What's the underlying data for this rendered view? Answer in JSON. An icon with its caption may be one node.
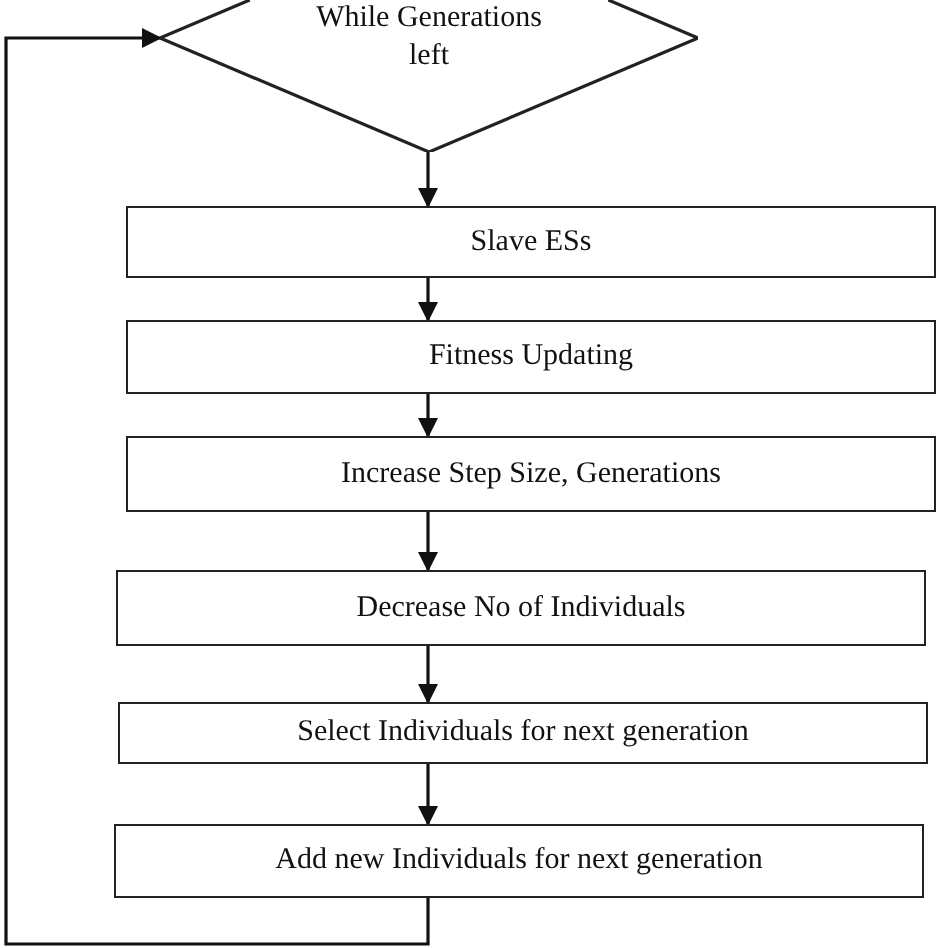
{
  "diagram": {
    "nodes": [
      {
        "text": [
          "While Generations left"
        ]
      },
      {
        "text": [
          "Slave ESs"
        ]
      },
      {
        "text": [
          "Fitness Updating"
        ]
      },
      {
        "text": [
          "Increase Step Size, Generations"
        ]
      },
      {
        "text": [
          "Decrease No of Individuals"
        ]
      },
      {
        "text": [
          "Select Individuals for next generation"
        ]
      },
      {
        "text": [
          "Add new Individuals for next generation"
        ]
      }
    ],
    "edges": [
      {
        "from": 0,
        "to": 1,
        "arrow": "to"
      },
      {
        "from": 1,
        "to": 2,
        "arrow": "to"
      },
      {
        "from": 2,
        "to": 3,
        "arrow": "to"
      },
      {
        "from": 3,
        "to": 4,
        "arrow": "to"
      },
      {
        "from": 4,
        "to": 5,
        "arrow": "to"
      },
      {
        "from": 5,
        "to": 6,
        "arrow": "to"
      },
      {
        "from": 6,
        "to": 0,
        "arrow": "to"
      }
    ]
  }
}
